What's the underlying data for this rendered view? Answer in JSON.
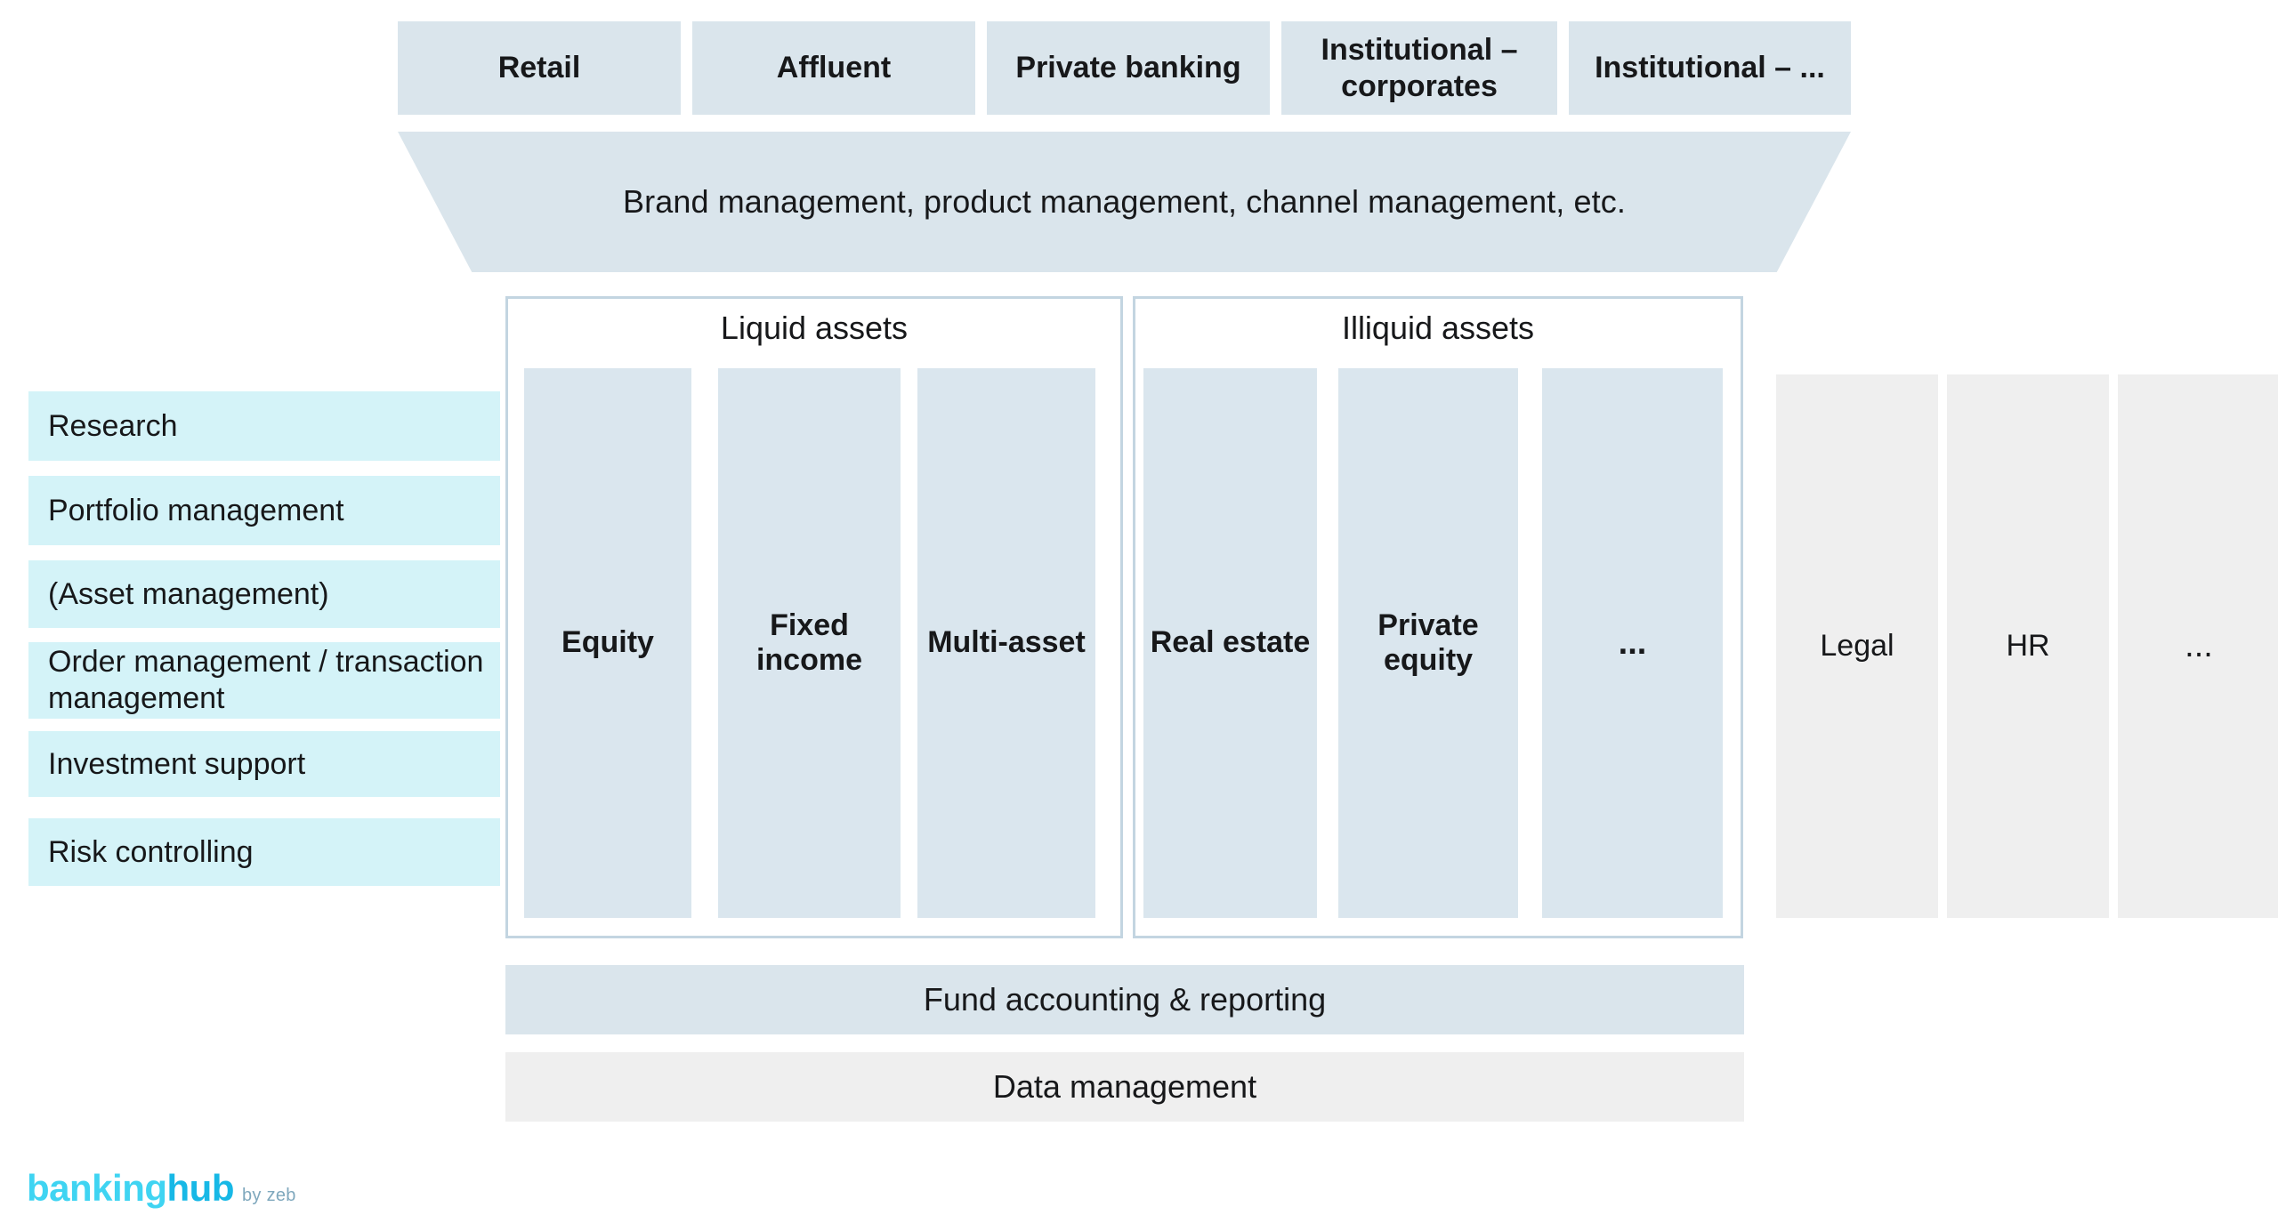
{
  "client_segments": [
    {
      "label": "Retail"
    },
    {
      "label": "Affluent"
    },
    {
      "label": "Private banking"
    },
    {
      "label": "Institutional – corporates"
    },
    {
      "label": "Institutional – ..."
    }
  ],
  "funnel": {
    "label": "Brand management, product management, channel management, etc."
  },
  "capabilities": [
    {
      "label": "Research"
    },
    {
      "label": "Portfolio management"
    },
    {
      "label": "(Asset management)"
    },
    {
      "label": "Order management / transaction management"
    },
    {
      "label": "Investment support"
    },
    {
      "label": "Risk controlling"
    }
  ],
  "asset_panels": [
    {
      "title": "Liquid assets",
      "columns": [
        {
          "label": "Equity"
        },
        {
          "label": "Fixed income"
        },
        {
          "label": "Multi-asset"
        }
      ]
    },
    {
      "title": "Illiquid assets",
      "columns": [
        {
          "label": "Real estate"
        },
        {
          "label": "Private equity"
        },
        {
          "label": "..."
        }
      ]
    }
  ],
  "support_functions": [
    {
      "label": "Legal"
    },
    {
      "label": "HR"
    },
    {
      "label": "..."
    }
  ],
  "foundation_bars": [
    {
      "label": "Fund accounting & reporting"
    },
    {
      "label": "Data management"
    }
  ],
  "logo": {
    "part_one": "banking",
    "part_two": "hub",
    "suffix": "by zeb"
  },
  "colors": {
    "segment_fill": "#dae5ec",
    "capability_fill": "#d4f3f8",
    "asset_column_fill": "#ccdce7",
    "panel_border": "#c3d5e1",
    "support_fill": "#efefef",
    "fund_bar_fill": "#dae5ec",
    "data_bar_fill": "#efefef",
    "logo_banking": "#3fd4f2",
    "logo_hub": "#17b8e6",
    "logo_suffix": "#7fa8bd"
  }
}
